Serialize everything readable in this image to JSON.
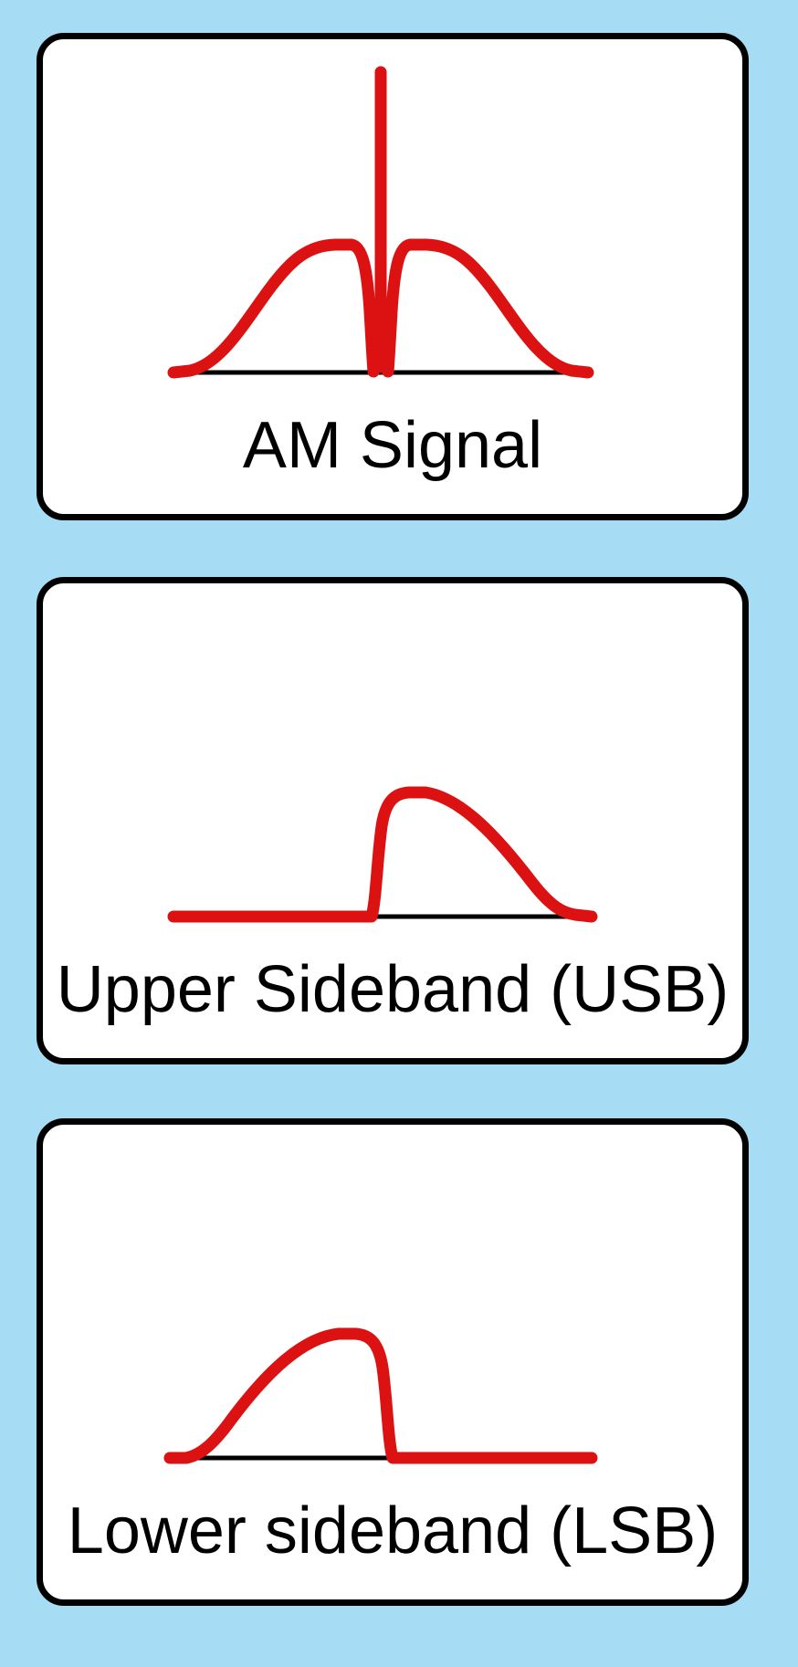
{
  "page": {
    "background_color": "#A7DCF5",
    "panel_background": "#FFFFFF",
    "panel_border_color": "#000000"
  },
  "colors": {
    "signal_red": "#DC1212",
    "baseline_black": "#000000"
  },
  "panels": [
    {
      "id": "am",
      "label": "AM Signal",
      "spectrum": "carrier-spike-with-lower-and-upper-sidebands"
    },
    {
      "id": "usb",
      "label": "Upper Sideband (USB)",
      "spectrum": "upper-sideband-only"
    },
    {
      "id": "lsb",
      "label": "Lower sideband (LSB)",
      "spectrum": "lower-sideband-only"
    }
  ]
}
